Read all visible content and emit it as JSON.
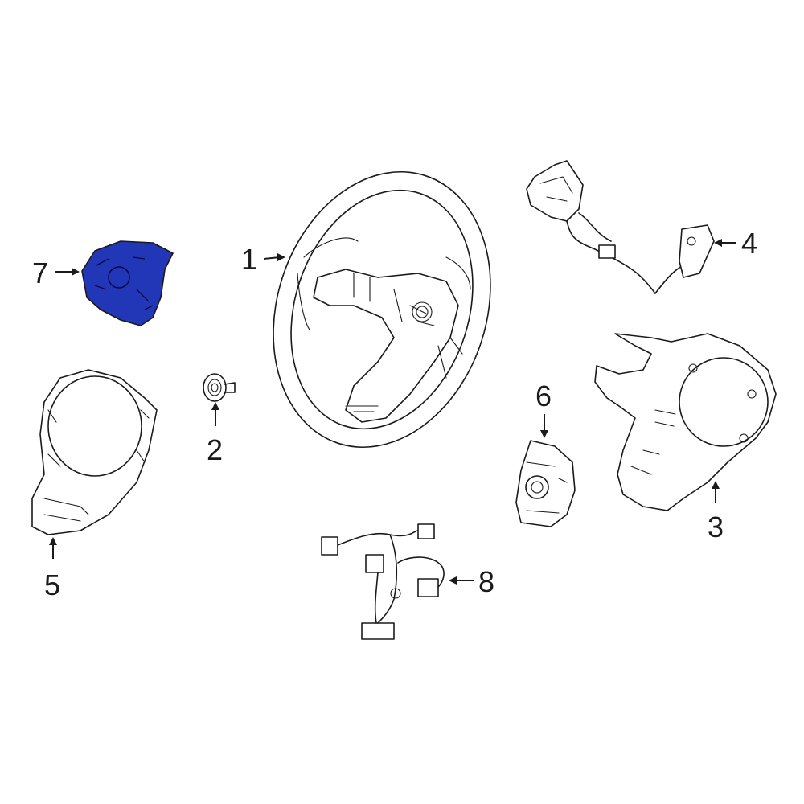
{
  "callouts": [
    {
      "id": "1",
      "label": "1"
    },
    {
      "id": "2",
      "label": "2"
    },
    {
      "id": "3",
      "label": "3"
    },
    {
      "id": "4",
      "label": "4"
    },
    {
      "id": "5",
      "label": "5"
    },
    {
      "id": "6",
      "label": "6"
    },
    {
      "id": "7",
      "label": "7"
    },
    {
      "id": "8",
      "label": "8"
    }
  ],
  "colors": {
    "highlight": "#2236b8",
    "line": "#1a1a1a",
    "background": "#ffffff"
  },
  "highlighted_part": "7"
}
